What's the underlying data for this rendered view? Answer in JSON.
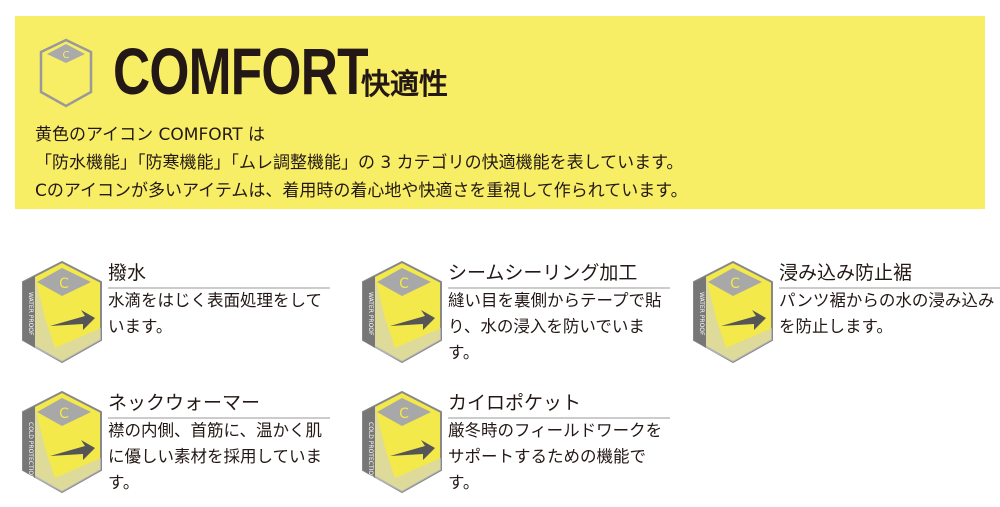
{
  "header": {
    "title": "COMFORT",
    "subtitle": "快適性",
    "lines": [
      "黄色のアイコン COMFORT は",
      "「防水機能」「防寒機能」「ムレ調整機能」の 3 カテゴリの快適機能を表しています。",
      "Cのアイコンが多いアイテムは、着用時の着心地や快適さを重視して作られています。"
    ]
  },
  "colors": {
    "yellow": "#f8ee66",
    "icon_yellow": "#f3e94a",
    "grey": "#a8a8a8"
  },
  "items": [
    {
      "name": "撥水",
      "text": "水滴をはじく表面処理をしています。",
      "badge": "WATER PROOF",
      "icon": "water-repellent-icon"
    },
    {
      "name": "シームシーリング加工",
      "text": "縫い目を裏側からテープで貼り、水の浸入を防いでいます。",
      "badge": "WATER PROOF",
      "icon": "seam-sealing-icon"
    },
    {
      "name": "浸み込み防止裾",
      "text": "パンツ裾からの水の浸み込みを防止します。",
      "badge": "WATER PROOF",
      "icon": "hem-guard-icon"
    },
    {
      "name": "ネックウォーマー",
      "text": "襟の内側、首筋に、温かく肌に優しい素材を採用しています。",
      "badge": "COLD PROTECTION",
      "icon": "neck-warmer-icon"
    },
    {
      "name": "カイロポケット",
      "text": "厳冬時のフィールドワークをサポートするための機能です。",
      "badge": "COLD PROTECTION",
      "icon": "warmer-pocket-icon"
    }
  ]
}
